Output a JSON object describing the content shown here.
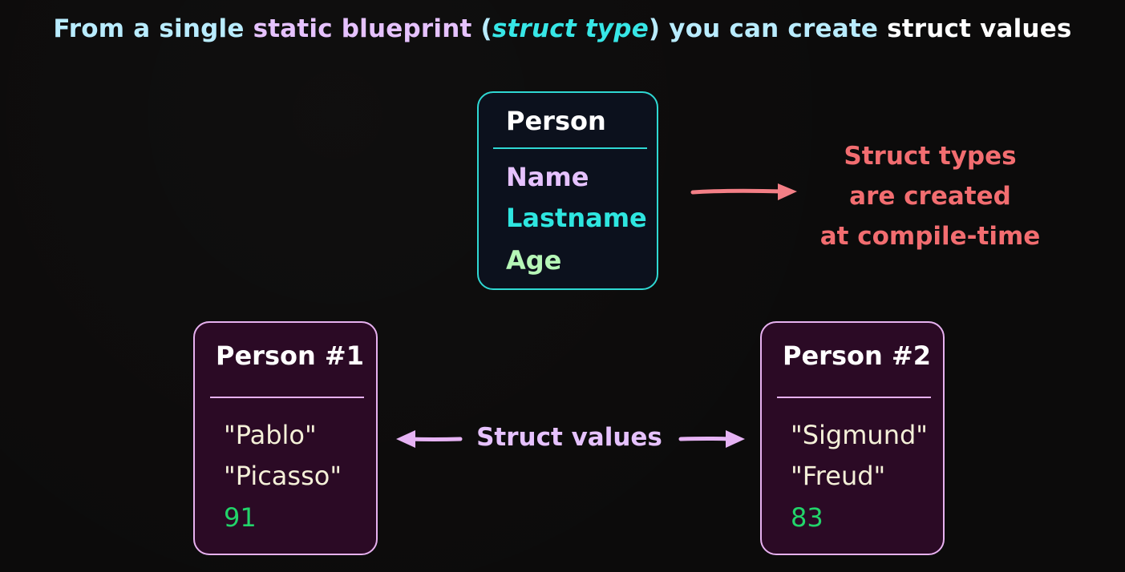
{
  "headline": {
    "part1": "From a single ",
    "part2": "static blueprint",
    "part3": " (",
    "part4": "struct type",
    "part5": ") you can create ",
    "part6": "struct values"
  },
  "type_box": {
    "title": "Person",
    "fields": [
      "Name",
      "Lastname",
      "Age"
    ]
  },
  "side_note": {
    "lines": [
      "Struct types",
      "are created",
      "at compile-time"
    ]
  },
  "value_boxes": [
    {
      "title": "Person #1",
      "values": [
        "\"Pablo\"",
        "\"Picasso\"",
        "91"
      ]
    },
    {
      "title": "Person #2",
      "values": [
        "\"Sigmund\"",
        "\"Freud\"",
        "83"
      ]
    }
  ],
  "middle_label": "Struct values",
  "colors": {
    "background": "#0c0b0b",
    "type_border": "#2fd8d3",
    "value_border": "#e7b1f0",
    "value_bg": "#2b0a25",
    "note_color": "#f26d70",
    "arrow_red": "#f37f86",
    "arrow_pink": "#e6b3f4"
  }
}
